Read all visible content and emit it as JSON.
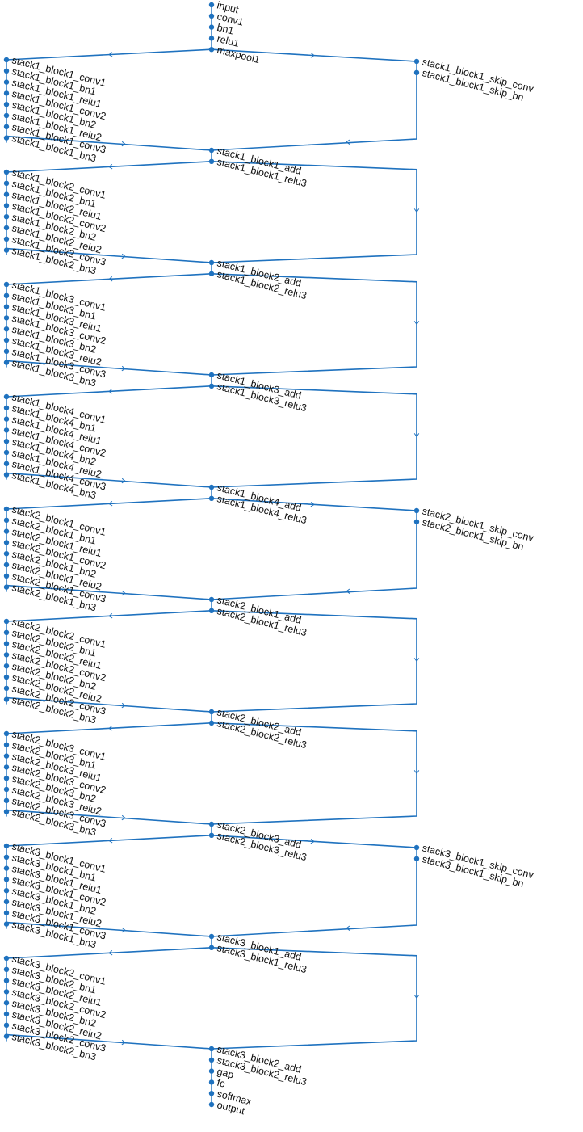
{
  "diagram": {
    "type": "layer-graph",
    "colors": {
      "edge": "#1f72bf",
      "node": "#1f72bf",
      "text": "#111111"
    },
    "stem": [
      "input",
      "conv1",
      "bn1",
      "relu1",
      "maxpool1"
    ],
    "blocks": [
      {
        "layers": [
          "stack1_block1_conv1",
          "stack1_block1_bn1",
          "stack1_block1_relu1",
          "stack1_block1_conv2",
          "stack1_block1_bn2",
          "stack1_block1_relu2",
          "stack1_block1_conv3",
          "stack1_block1_bn3"
        ],
        "skip": [
          "stack1_block1_skip_conv",
          "stack1_block1_skip_bn"
        ],
        "merge": [
          "stack1_block1_add",
          "stack1_block1_relu3"
        ]
      },
      {
        "layers": [
          "stack1_block2_conv1",
          "stack1_block2_bn1",
          "stack1_block2_relu1",
          "stack1_block2_conv2",
          "stack1_block2_bn2",
          "stack1_block2_relu2",
          "stack1_block2_conv3",
          "stack1_block2_bn3"
        ],
        "skip": [],
        "merge": [
          "stack1_block2_add",
          "stack1_block2_relu3"
        ]
      },
      {
        "layers": [
          "stack1_block3_conv1",
          "stack1_block3_bn1",
          "stack1_block3_relu1",
          "stack1_block3_conv2",
          "stack1_block3_bn2",
          "stack1_block3_relu2",
          "stack1_block3_conv3",
          "stack1_block3_bn3"
        ],
        "skip": [],
        "merge": [
          "stack1_block3_add",
          "stack1_block3_relu3"
        ]
      },
      {
        "layers": [
          "stack1_block4_conv1",
          "stack1_block4_bn1",
          "stack1_block4_relu1",
          "stack1_block4_conv2",
          "stack1_block4_bn2",
          "stack1_block4_relu2",
          "stack1_block4_conv3",
          "stack1_block4_bn3"
        ],
        "skip": [],
        "merge": [
          "stack1_block4_add",
          "stack1_block4_relu3"
        ]
      },
      {
        "layers": [
          "stack2_block1_conv1",
          "stack2_block1_bn1",
          "stack2_block1_relu1",
          "stack2_block1_conv2",
          "stack2_block1_bn2",
          "stack2_block1_relu2",
          "stack2_block1_conv3",
          "stack2_block1_bn3"
        ],
        "skip": [
          "stack2_block1_skip_conv",
          "stack2_block1_skip_bn"
        ],
        "merge": [
          "stack2_block1_add",
          "stack2_block1_relu3"
        ]
      },
      {
        "layers": [
          "stack2_block2_conv1",
          "stack2_block2_bn1",
          "stack2_block2_relu1",
          "stack2_block2_conv2",
          "stack2_block2_bn2",
          "stack2_block2_relu2",
          "stack2_block2_conv3",
          "stack2_block2_bn3"
        ],
        "skip": [],
        "merge": [
          "stack2_block2_add",
          "stack2_block2_relu3"
        ]
      },
      {
        "layers": [
          "stack2_block3_conv1",
          "stack2_block3_bn1",
          "stack2_block3_relu1",
          "stack2_block3_conv2",
          "stack2_block3_bn2",
          "stack2_block3_relu2",
          "stack2_block3_conv3",
          "stack2_block3_bn3"
        ],
        "skip": [],
        "merge": [
          "stack2_block3_add",
          "stack2_block3_relu3"
        ]
      },
      {
        "layers": [
          "stack3_block1_conv1",
          "stack3_block1_bn1",
          "stack3_block1_relu1",
          "stack3_block1_conv2",
          "stack3_block1_bn2",
          "stack3_block1_relu2",
          "stack3_block1_conv3",
          "stack3_block1_bn3"
        ],
        "skip": [
          "stack3_block1_skip_conv",
          "stack3_block1_skip_bn"
        ],
        "merge": [
          "stack3_block1_add",
          "stack3_block1_relu3"
        ]
      },
      {
        "layers": [
          "stack3_block2_conv1",
          "stack3_block2_bn1",
          "stack3_block2_relu1",
          "stack3_block2_conv2",
          "stack3_block2_bn2",
          "stack3_block2_relu2",
          "stack3_block2_conv3",
          "stack3_block2_bn3"
        ],
        "skip": [],
        "merge": [
          "stack3_block2_add",
          "stack3_block2_relu3"
        ]
      }
    ],
    "head": [
      "gap",
      "fc",
      "softmax",
      "output"
    ]
  }
}
